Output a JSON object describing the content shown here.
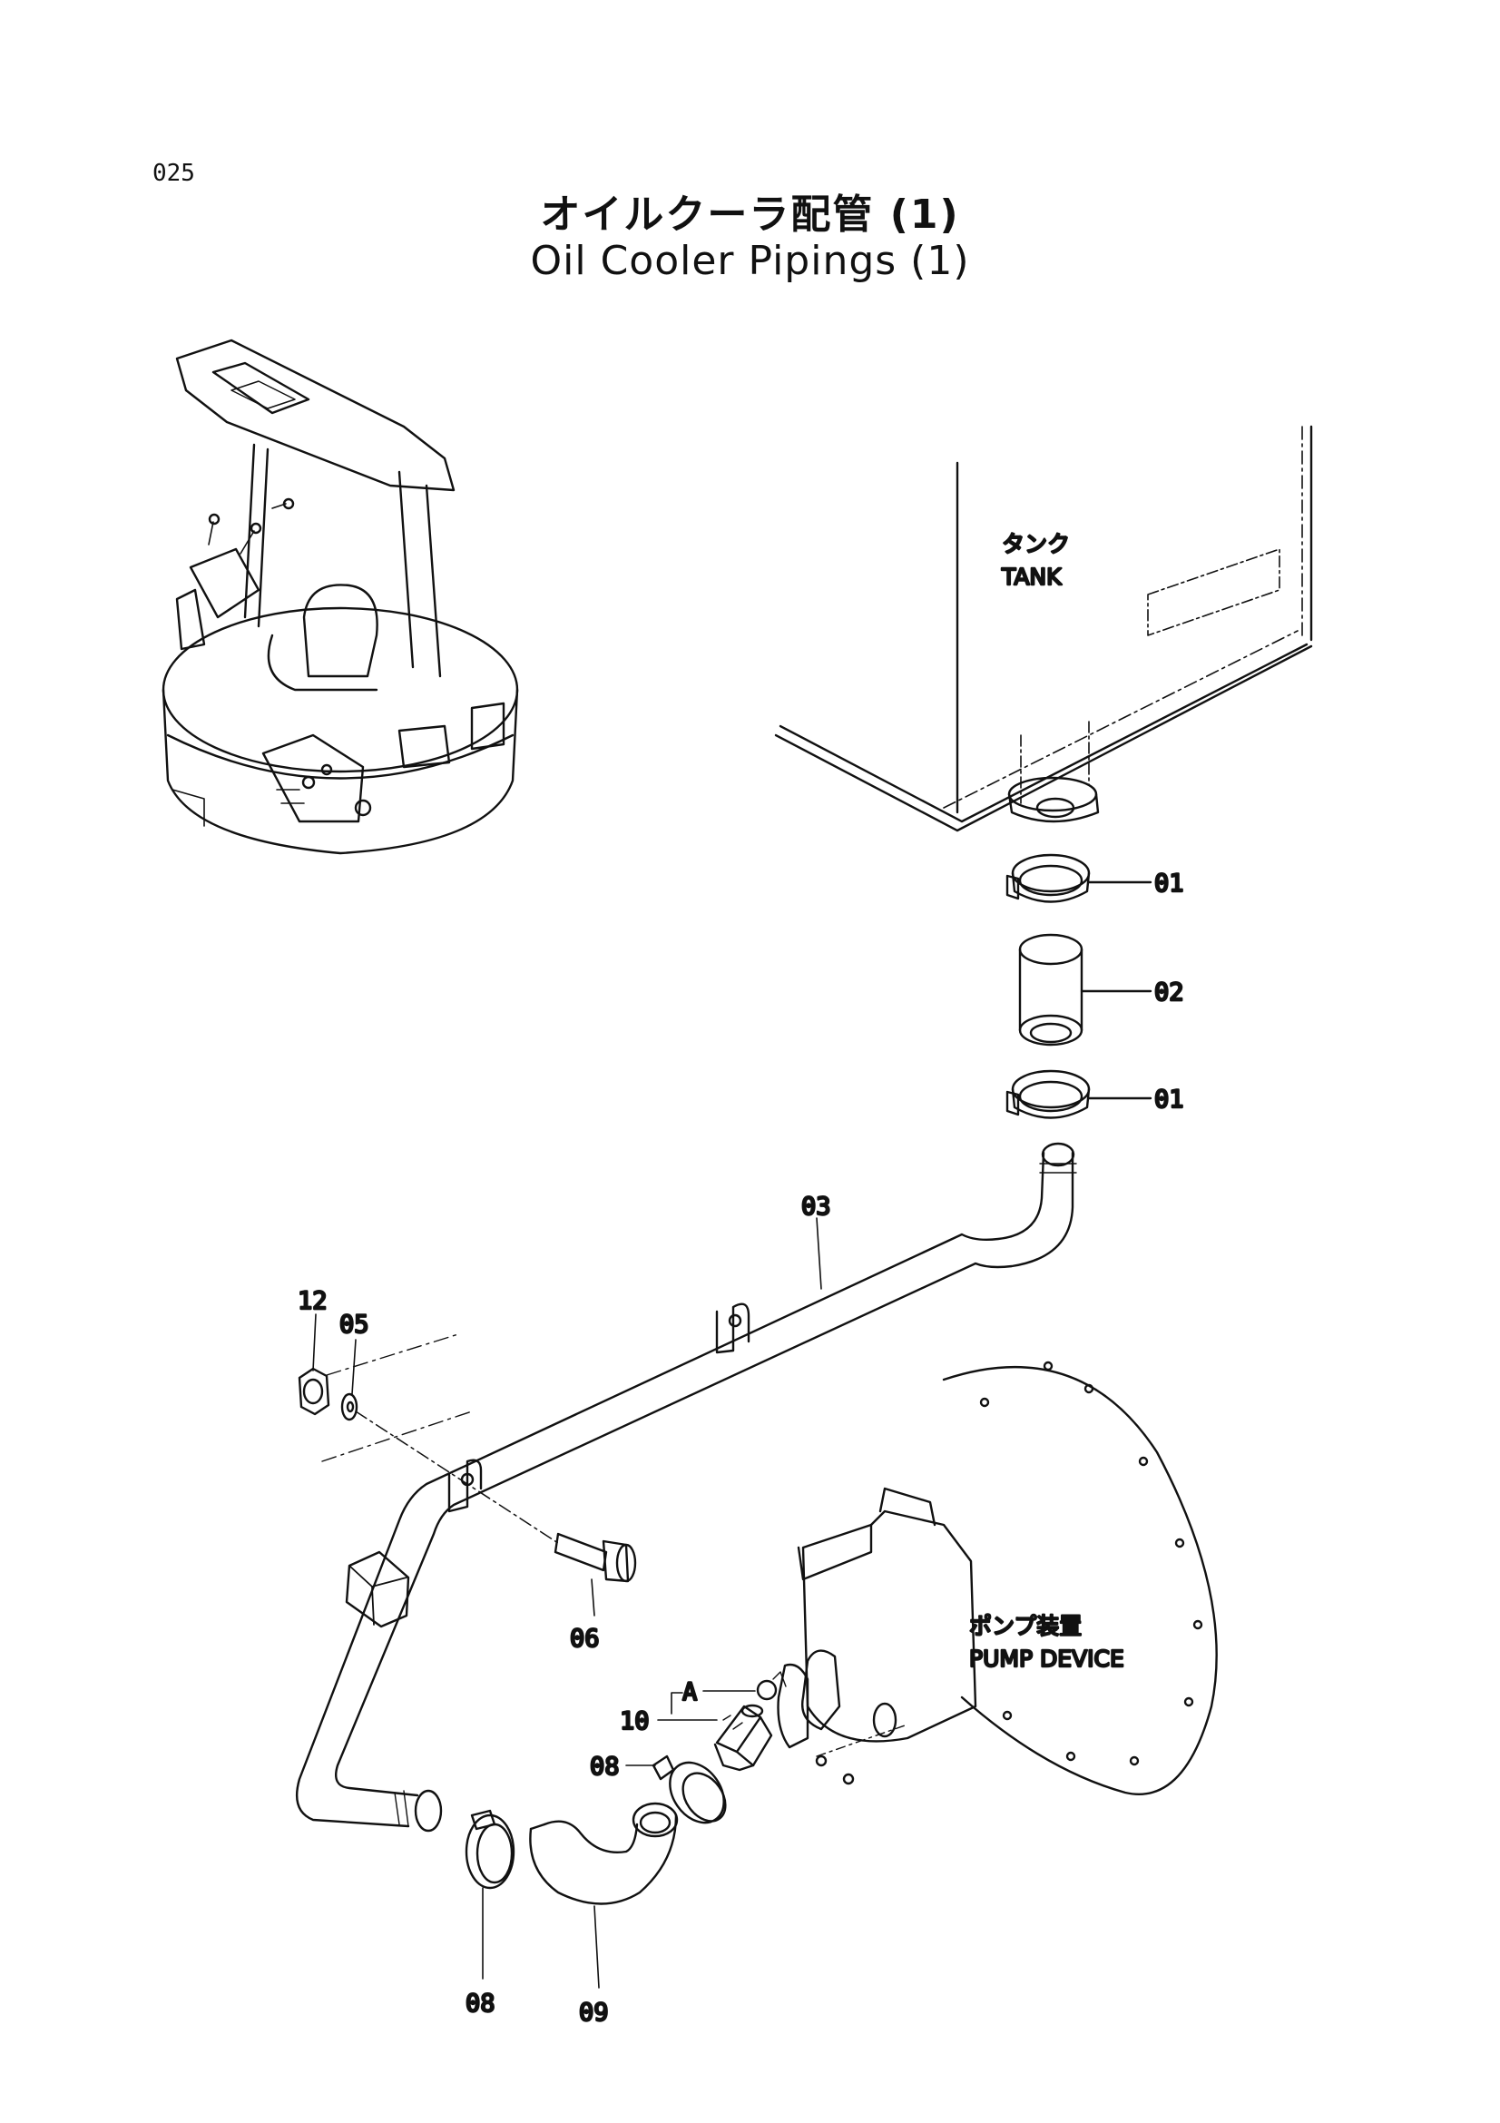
{
  "page_number": "025",
  "title": {
    "japanese": "オイルクーラ配管 (1)",
    "english": "Oil Cooler Pipings (1)"
  },
  "components": {
    "tank": {
      "japanese": "タンク",
      "english": "TANK"
    },
    "pump_device": {
      "japanese": "ポンプ装置",
      "english": "PUMP DEVICE"
    }
  },
  "reference_marker": "A",
  "callouts": {
    "p01_upper": "01",
    "p01_lower": "01",
    "p02": "02",
    "p03": "03",
    "p05": "05",
    "p06": "06",
    "p08_upper": "08",
    "p08_lower": "08",
    "p09": "09",
    "p10": "10",
    "p12": "12"
  }
}
